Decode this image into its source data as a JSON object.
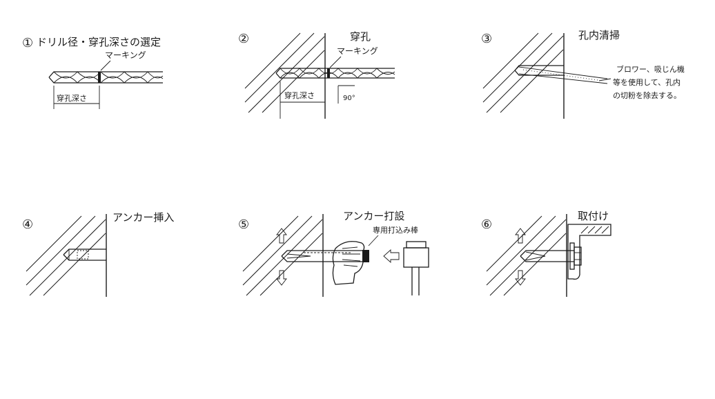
{
  "steps": [
    {
      "number": "①",
      "title": "ドリル径・穿孔深さの選定",
      "labels": {
        "marking": "マーキング",
        "depth": "穿孔深さ"
      }
    },
    {
      "number": "②",
      "title": "穿孔",
      "labels": {
        "marking": "マーキング",
        "depth": "穿孔深さ",
        "angle": "90°"
      }
    },
    {
      "number": "③",
      "title": "孔内清掃",
      "note": [
        "ブロワー、吸じん機",
        "等を使用して、孔内",
        "の切粉を除去する。"
      ]
    },
    {
      "number": "④",
      "title": "アンカー挿入"
    },
    {
      "number": "⑤",
      "title": "アンカー打設",
      "labels": {
        "tool": "専用打込み棒"
      }
    },
    {
      "number": "⑥",
      "title": "取付け"
    }
  ]
}
